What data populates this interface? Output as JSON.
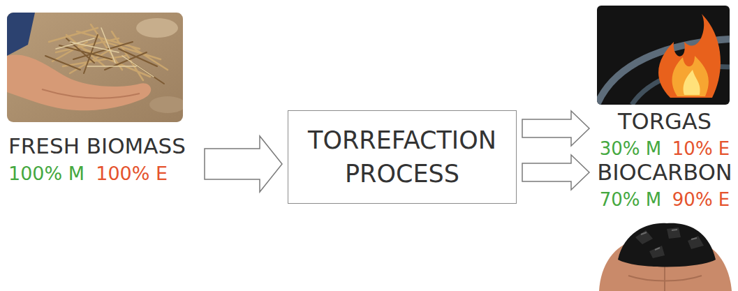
{
  "diagram": {
    "nodes": [
      {
        "text": [
          "FRESH BIOMASS",
          "100% M",
          "100% E"
        ]
      },
      {
        "text": [
          "TORREFACTION PROCESS"
        ]
      },
      {
        "text": [
          "TORGAS",
          "30% M",
          "10% E"
        ]
      },
      {
        "text": [
          "BIOCARBON",
          "70% M",
          "90% E"
        ]
      }
    ],
    "edges": [
      {
        "from": 0,
        "to": 1,
        "arrow": "to"
      },
      {
        "from": 1,
        "to": 2,
        "arrow": "to"
      },
      {
        "from": 1,
        "to": 3,
        "arrow": "to"
      }
    ]
  }
}
